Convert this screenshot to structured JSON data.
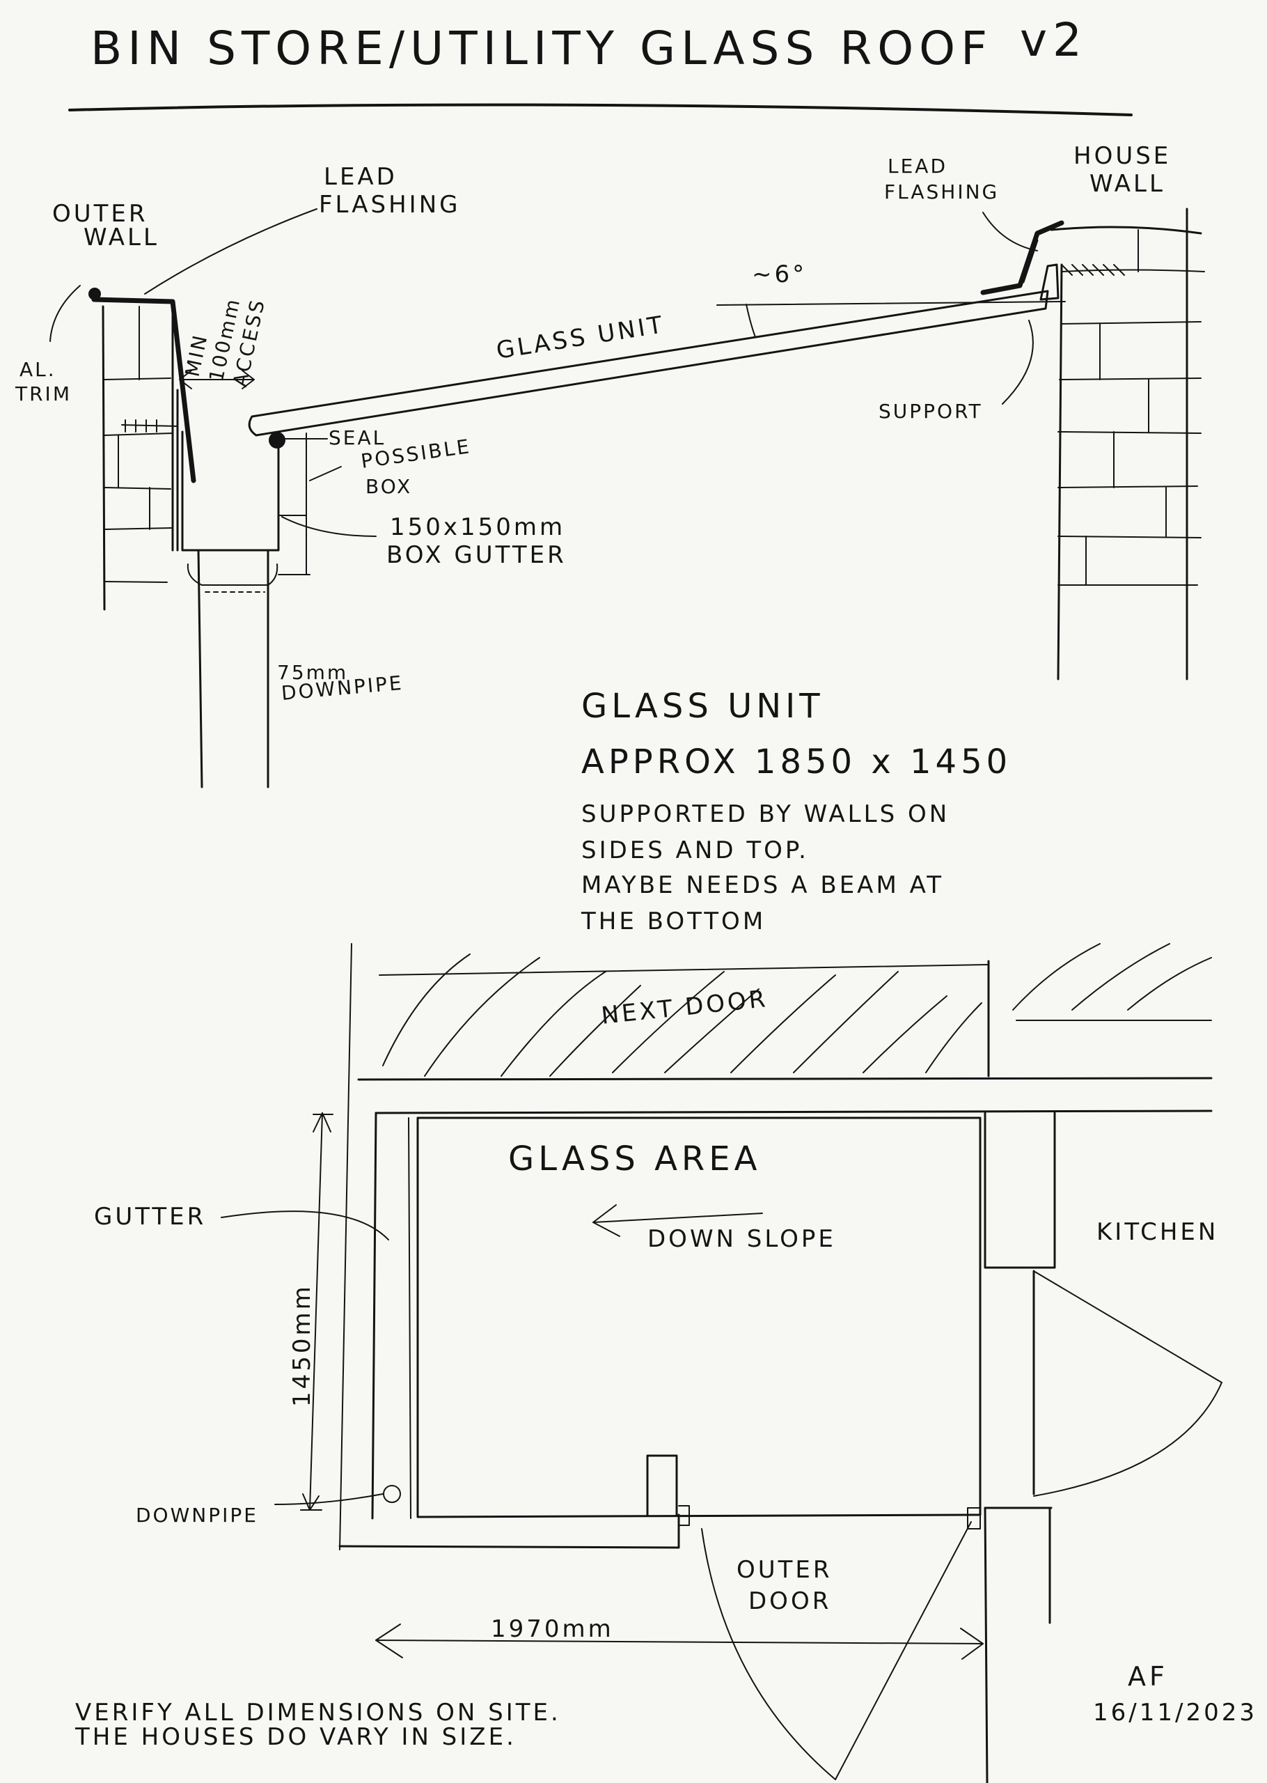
{
  "title": "BIN STORE/UTILITY  GLASS ROOF",
  "version": "v2",
  "section": {
    "outer_wall": [
      "OUTER",
      "WALL"
    ],
    "lead_flashing_left": [
      "LEAD",
      "FLASHING"
    ],
    "al_trim": [
      "AL.",
      "TRIM"
    ],
    "min_access": [
      "MIN",
      "100mm",
      "ACCESS"
    ],
    "seal": "SEAL",
    "possible_box": [
      "POSSIBLE",
      "BOX"
    ],
    "box_gutter": [
      "150x150mm",
      "BOX GUTTER"
    ],
    "downpipe": [
      "75mm",
      "DOWNPIPE"
    ],
    "glass_unit": "GLASS UNIT",
    "angle": "~6°",
    "lead_flashing_right": [
      "LEAD",
      "FLASHING"
    ],
    "house_wall": [
      "HOUSE",
      "WALL"
    ],
    "support": "SUPPORT"
  },
  "notes": {
    "heading": "GLASS UNIT",
    "size": "APPROX   1850 x 1450",
    "lines": [
      "SUPPORTED BY WALLS ON",
      "SIDES AND TOP.",
      "MAYBE NEEDS A BEAM AT",
      "THE BOTTOM"
    ]
  },
  "plan": {
    "next_door": "NEXT DOOR",
    "glass_area": "GLASS   AREA",
    "down_slope": "DOWN  SLOPE",
    "kitchen": "KITCHEN",
    "gutter": "GUTTER",
    "depth_dim": "1450mm",
    "downpipe": "DOWNPIPE",
    "outer_door": [
      "OUTER",
      "DOOR"
    ],
    "width_dim": "1970mm"
  },
  "footer": {
    "verify": [
      "VERIFY ALL DIMENSIONS ON SITE.",
      "THE HOUSES DO VARY IN SIZE."
    ],
    "initials": "AF",
    "date": "16/11/2023"
  }
}
